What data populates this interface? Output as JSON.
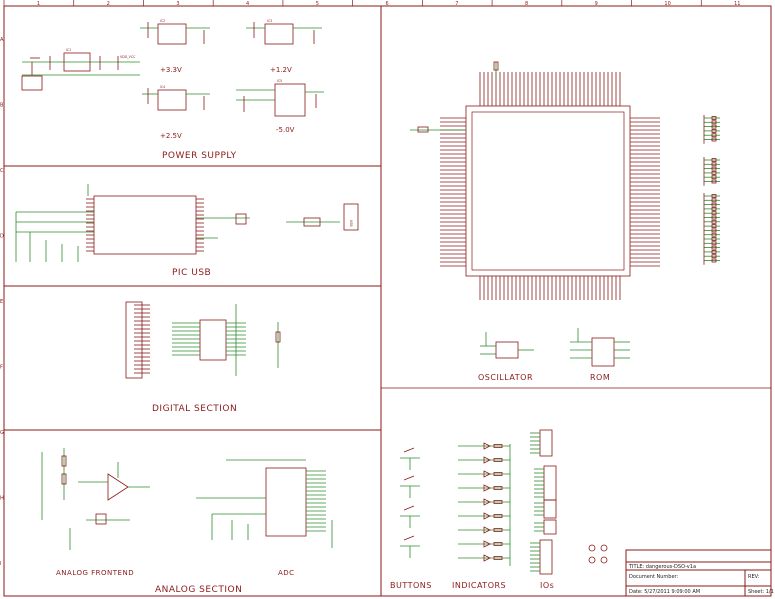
{
  "sheet": {
    "columns": [
      "1",
      "2",
      "3",
      "4",
      "5",
      "6",
      "7",
      "8",
      "9",
      "10",
      "11"
    ],
    "rows": [
      "A",
      "B",
      "C",
      "D",
      "E",
      "F",
      "G",
      "H",
      "I"
    ]
  },
  "sections": {
    "power_supply": "POWER SUPPLY",
    "pic_usb": "PIC USB",
    "digital": "DIGITAL SECTION",
    "analog": "ANALOG SECTION",
    "analog_frontend": "ANALOG FRONTEND",
    "adc": "ADC",
    "oscillator": "OSCILLATOR",
    "rom": "ROM",
    "buttons": "BUTTONS",
    "indicators": "INDICATORS",
    "ios": "IOs"
  },
  "rails": {
    "v33": "+3.3V",
    "v12": "+1.2V",
    "v25": "+2.5V",
    "vm50": "-5.0V"
  },
  "usb_label": "USB",
  "title_block": {
    "title": "TITLE: dangerous-DSO-v1a",
    "doc_number": "Document Number:",
    "rev": "REV:",
    "date": "Date: 5/27/2011 9:09:00 AM",
    "sheet": "Sheet: 1/1"
  }
}
